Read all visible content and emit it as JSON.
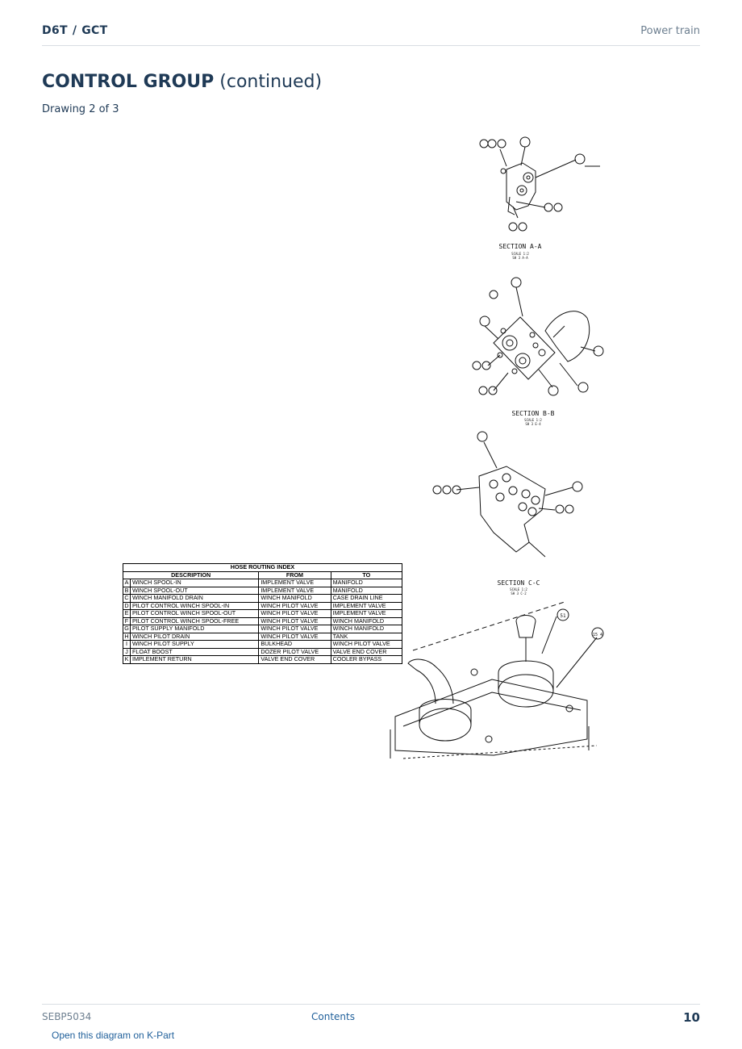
{
  "header": {
    "model": "D6T",
    "separator": "/",
    "system": "GCT",
    "section": "Power train"
  },
  "title": {
    "bold": "CONTROL GROUP",
    "rest": "(continued)"
  },
  "subtitle": "Drawing 2 of 3",
  "drawing": {
    "section_labels": [
      {
        "label": "SECTION A-A",
        "scale": "SCALE 1:2",
        "ref": "SH 3 A-A"
      },
      {
        "label": "SECTION B-B",
        "scale": "SCALE 1:2",
        "ref": "SH 3 E-4"
      },
      {
        "label": "SECTION C-C",
        "scale": "SCALE 1:2",
        "ref": "SH 3 C-2"
      }
    ],
    "callouts": [
      "51",
      "15 4"
    ]
  },
  "hose_index": {
    "title": "HOSE ROUTING INDEX",
    "columns": [
      "DESCRIPTION",
      "FROM",
      "TO"
    ],
    "rows": [
      {
        "key": "A",
        "description": "WINCH SPOOL-IN",
        "from": "IMPLEMENT VALVE",
        "to": "MANIFOLD"
      },
      {
        "key": "B",
        "description": "WINCH SPOOL-OUT",
        "from": "IMPLEMENT VALVE",
        "to": "MANIFOLD"
      },
      {
        "key": "C",
        "description": "WINCH MANIFOLD DRAIN",
        "from": "WINCH MANIFOLD",
        "to": "CASE DRAIN LINE"
      },
      {
        "key": "D",
        "description": "PILOT CONTROL WINCH SPOOL-IN",
        "from": "WINCH PILOT VALVE",
        "to": "IMPLEMENT VALVE"
      },
      {
        "key": "E",
        "description": "PILOT CONTROL WINCH SPOOL-OUT",
        "from": "WINCH PILOT VALVE",
        "to": "IMPLEMENT VALVE"
      },
      {
        "key": "F",
        "description": "PILOT CONTROL WINCH SPOOL-FREE",
        "from": "WINCH PILOT VALVE",
        "to": "WINCH MANIFOLD"
      },
      {
        "key": "G",
        "description": "PILOT SUPPLY MANIFOLD",
        "from": "WINCH PILOT VALVE",
        "to": "WINCH MANIFOLD"
      },
      {
        "key": "H",
        "description": "WINCH PILOT DRAIN",
        "from": "WINCH PILOT VALVE",
        "to": "TANK"
      },
      {
        "key": "I",
        "description": "WINCH PILOT SUPPLY",
        "from": "BULKHEAD",
        "to": "WINCH PILOT VALVE"
      },
      {
        "key": "J",
        "description": "FLOAT BOOST",
        "from": "DOZER PILOT VALVE",
        "to": "VALVE END COVER"
      },
      {
        "key": "K",
        "description": "IMPLEMENT RETURN",
        "from": "VALVE END COVER",
        "to": "COOLER BYPASS"
      }
    ]
  },
  "footer": {
    "doc_number": "SEBP5034",
    "contents_link": "Contents",
    "page_number": "10",
    "kpart_link": "Open this diagram on K-Part"
  }
}
